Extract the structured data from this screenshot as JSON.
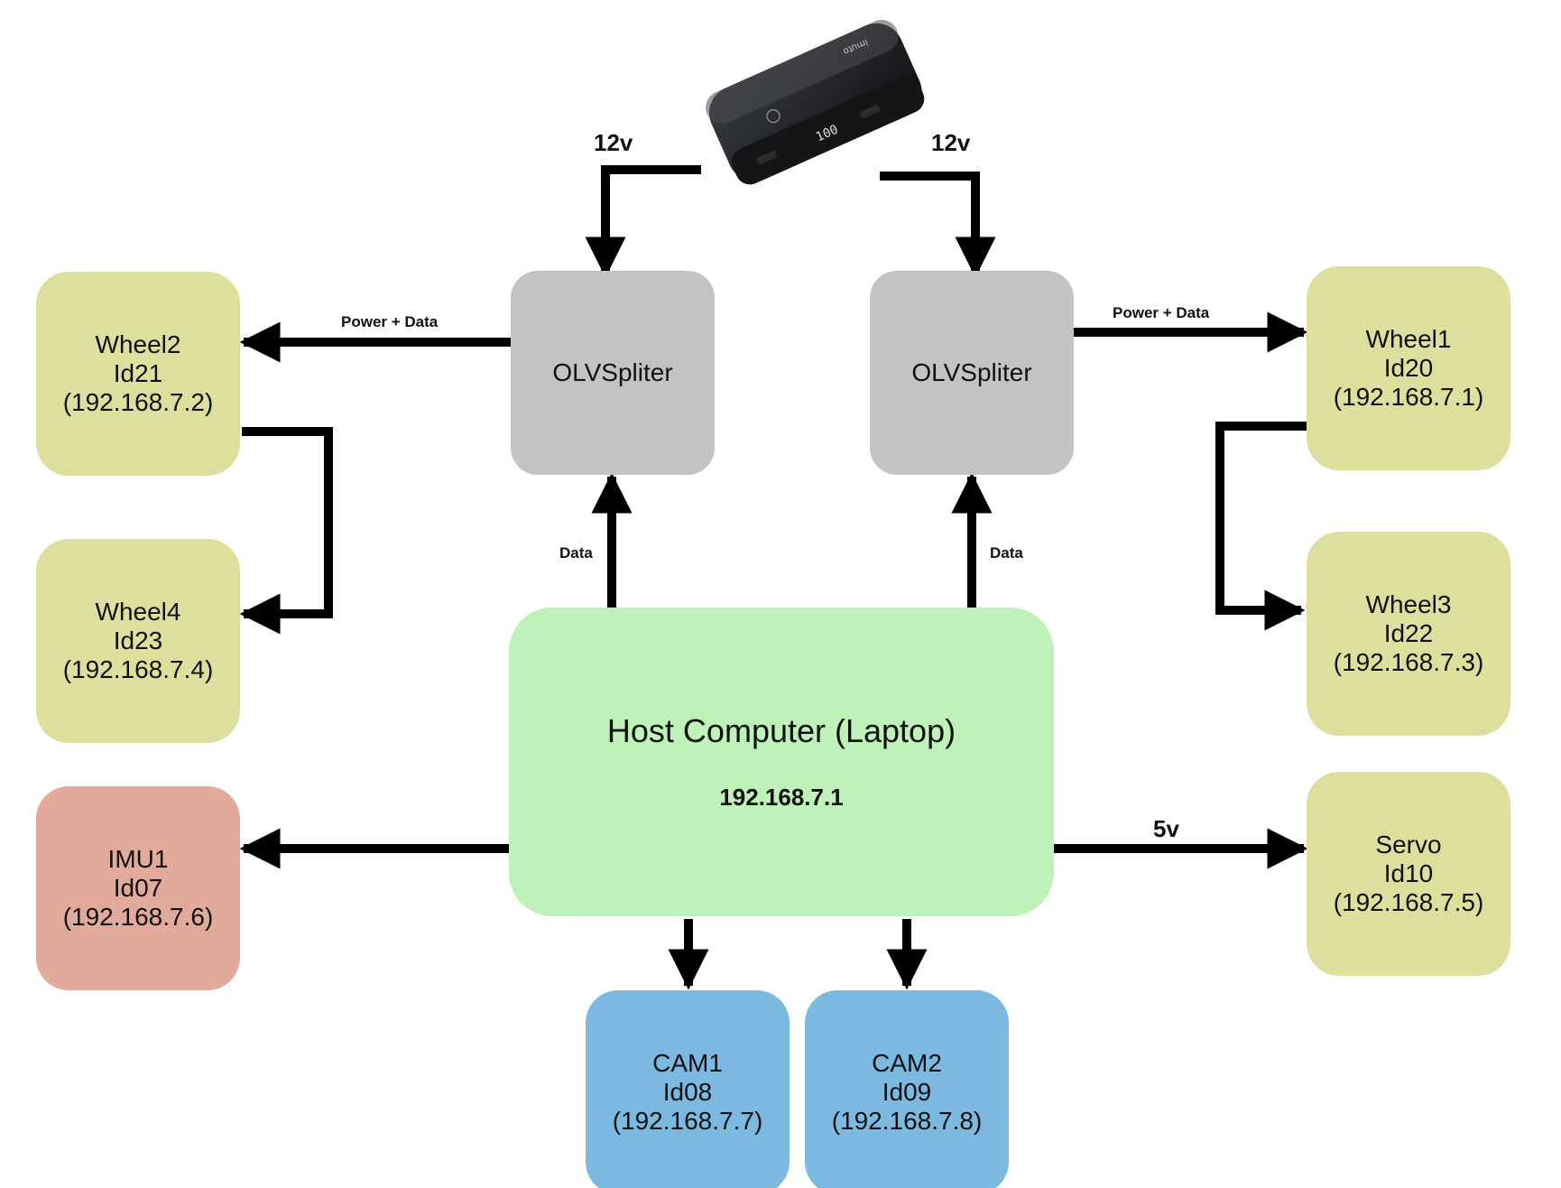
{
  "colors": {
    "wheel_box": "#dde09d",
    "imu_box": "#e2aa9b",
    "cam_box": "#7bb9e0",
    "splitter_box": "#c3c3c3",
    "host_box": "#bff2b8",
    "power_port_arrow": "#f0993a",
    "data_in_arrow": "#7dff3a",
    "bus_port_arrow": "#2e7d74",
    "chain_out_arrow": "#ee4ff0",
    "wire": "#000000"
  },
  "battery": {
    "icon": "power-bank",
    "brand": "imuto",
    "display": "100"
  },
  "host": {
    "title": "Host Computer (Laptop)",
    "ip": "192.168.7.1"
  },
  "splitters": {
    "left": {
      "label": "OLVSpliter"
    },
    "right": {
      "label": "OLVSpliter"
    }
  },
  "wheels": {
    "wheel1": {
      "name": "Wheel1",
      "id": "Id20",
      "ip": "(192.168.7.1)"
    },
    "wheel2": {
      "name": "Wheel2",
      "id": "Id21",
      "ip": "(192.168.7.2)"
    },
    "wheel3": {
      "name": "Wheel3",
      "id": "Id22",
      "ip": "(192.168.7.3)"
    },
    "wheel4": {
      "name": "Wheel4",
      "id": "Id23",
      "ip": "(192.168.7.4)"
    }
  },
  "imu": {
    "name": "IMU1",
    "id": "Id07",
    "ip": "(192.168.7.6)"
  },
  "servo": {
    "name": "Servo",
    "id": "Id10",
    "ip": "(192.168.7.5)"
  },
  "cams": {
    "cam1": {
      "name": "CAM1",
      "id": "Id08",
      "ip": "(192.168.7.7)"
    },
    "cam2": {
      "name": "CAM2",
      "id": "Id09",
      "ip": "(192.168.7.8)"
    }
  },
  "labels": {
    "voltage_left": "12v",
    "voltage_right": "12v",
    "power_data_left": "Power + Data",
    "power_data_right": "Power + Data",
    "data_left": "Data",
    "data_right": "Data",
    "servo_voltage": "5v"
  }
}
